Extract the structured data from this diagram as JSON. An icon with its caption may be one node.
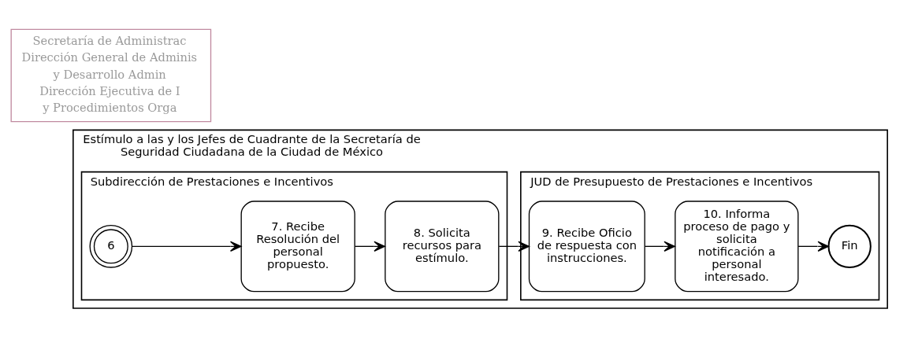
{
  "diagram": {
    "nodes": [
      {
        "text": [
          "Estímulo a las y los Jefes de Cuadrante de la Secretaría de Seguridad Ciudadana de la Ciudad de México"
        ]
      },
      {
        "text": [
          "Subdirección de Prestaciones e Incentivos"
        ],
        "in": 0
      },
      {
        "text": [
          "JUD de Presupuesto de Prestaciones e Incentivos"
        ],
        "in": 0
      },
      {
        "text": [
          "6"
        ],
        "in": 1
      },
      {
        "text": [
          "7. Recibe Resolución del personal propuesto."
        ],
        "in": 1
      },
      {
        "text": [
          "8. Solicita recursos para estímulo."
        ],
        "in": 1
      },
      {
        "text": [
          "9. Recibe Oficio de respuesta con instrucciones."
        ],
        "in": 2
      },
      {
        "text": [
          "10. Informa proceso de pago y solicita notificación a personal interesado."
        ],
        "in": 2
      },
      {
        "text": [
          "Fin"
        ],
        "in": 2
      }
    ],
    "edges": [
      {
        "from": 3,
        "to": 4,
        "arrow": "to"
      },
      {
        "from": 4,
        "to": 5,
        "arrow": "to"
      },
      {
        "from": 5,
        "to": 6,
        "arrow": "to"
      },
      {
        "from": 6,
        "to": 7,
        "arrow": "to"
      },
      {
        "from": 7,
        "to": 8,
        "arrow": "to"
      }
    ],
    "labels": [
      "Secretaría de Administrac",
      "Dirección General de Adminis",
      "y Desarrollo Admin",
      "Dirección Ejecutiva de I",
      "y Procedimientos Orga"
    ]
  }
}
